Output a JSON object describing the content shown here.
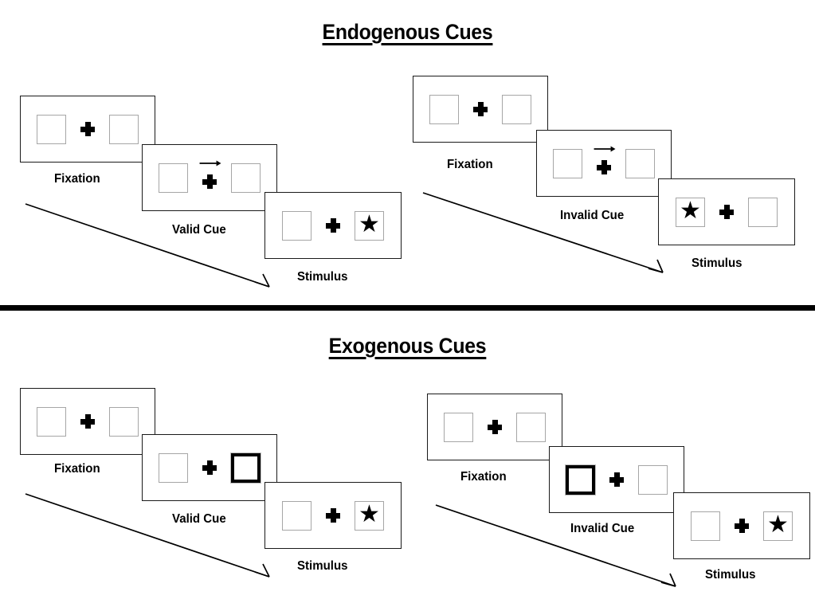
{
  "page": {
    "background_color": "#ffffff",
    "foreground_color": "#000000",
    "box_border_color": "#a6a6a6",
    "cue_box_border_color": "#000000"
  },
  "sections": [
    {
      "id": "endogenous",
      "title": "Endogenous Cues",
      "cue_type": "arrow",
      "sequences": [
        {
          "id": "endogenous-valid",
          "panels": [
            {
              "caption": "Fixation",
              "left_box": "empty",
              "right_box": "empty",
              "center": "plus"
            },
            {
              "caption": "Valid Cue",
              "left_box": "empty",
              "right_box": "empty",
              "center": "plus-with-right-arrow"
            },
            {
              "caption": "Stimulus",
              "left_box": "empty",
              "right_box": "star",
              "center": "plus"
            }
          ]
        },
        {
          "id": "endogenous-invalid",
          "panels": [
            {
              "caption": "Fixation",
              "left_box": "empty",
              "right_box": "empty",
              "center": "plus"
            },
            {
              "caption": "Invalid Cue",
              "left_box": "empty",
              "right_box": "empty",
              "center": "plus-with-right-arrow"
            },
            {
              "caption": "Stimulus",
              "left_box": "star",
              "right_box": "empty",
              "center": "plus"
            }
          ]
        }
      ]
    },
    {
      "id": "exogenous",
      "title": "Exogenous Cues",
      "cue_type": "box-highlight",
      "sequences": [
        {
          "id": "exogenous-valid",
          "panels": [
            {
              "caption": "Fixation",
              "left_box": "empty",
              "right_box": "empty",
              "center": "plus"
            },
            {
              "caption": "Valid Cue",
              "left_box": "empty",
              "right_box": "cued",
              "center": "plus"
            },
            {
              "caption": "Stimulus",
              "left_box": "empty",
              "right_box": "star",
              "center": "plus"
            }
          ]
        },
        {
          "id": "exogenous-invalid",
          "panels": [
            {
              "caption": "Fixation",
              "left_box": "empty",
              "right_box": "empty",
              "center": "plus"
            },
            {
              "caption": "Invalid Cue",
              "left_box": "cued",
              "right_box": "empty",
              "center": "plus"
            },
            {
              "caption": "Stimulus",
              "left_box": "empty",
              "right_box": "star",
              "center": "plus"
            }
          ]
        }
      ]
    }
  ],
  "glyphs": {
    "star": "★",
    "fixation_cross": "plus-sign",
    "cue_arrow": "right-arrow"
  },
  "timeline_arrows": {
    "label": "time-progression-arrow",
    "count": 4,
    "direction": "down-right"
  }
}
